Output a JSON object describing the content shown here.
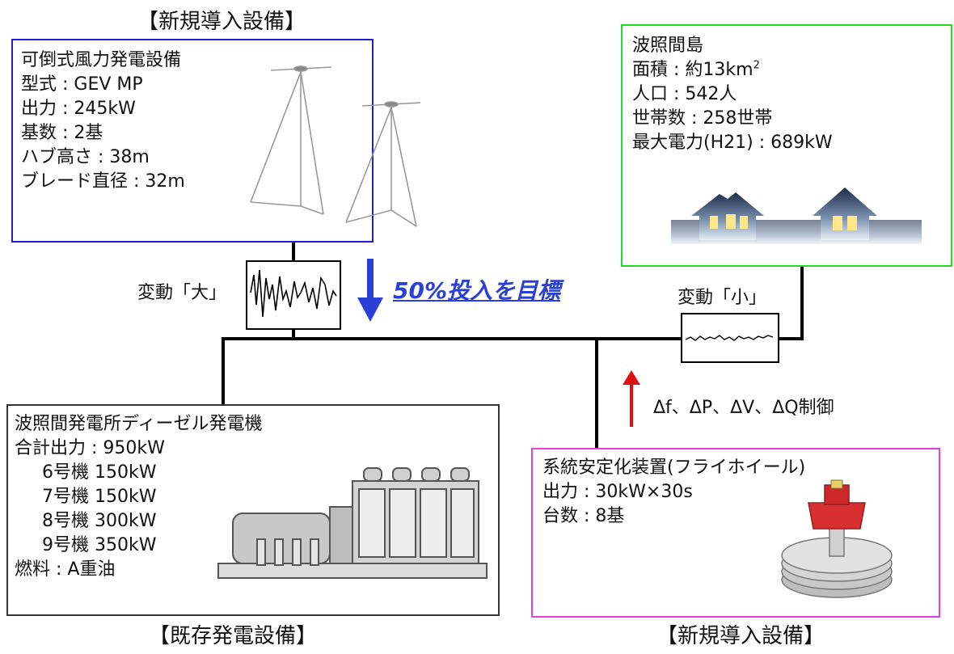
{
  "wind": {
    "caption": "【新規導入設備】",
    "title": "可倒式風力発電設備",
    "lines": [
      "型式 : GEV MP",
      "出力 : 245kW",
      "基数 : 2基",
      "ハブ高さ : 38m",
      "ブレード直径 : 32m"
    ],
    "border_color": "#1f1fd0"
  },
  "island": {
    "title": "波照間島",
    "area_prefix": "面積 : 約13km",
    "area_sup": "2",
    "lines": [
      "人口 : 542人",
      "世帯数 : 258世帯",
      "最大電力(H21) : 689kW"
    ],
    "border_color": "#22dd22"
  },
  "diesel": {
    "title": "波照間発電所ディーゼル発電機",
    "total": "合計出力 : 950kW",
    "units": [
      "6号機 150kW",
      "7号機 150kW",
      "8号機 300kW",
      "9号機 350kW"
    ],
    "fuel": "燃料 : A重油",
    "caption": "【既存発電設備】",
    "border_color": "#333333"
  },
  "flywheel": {
    "title": "系統安定化装置(フライホイール)",
    "lines": [
      "出力 : 30kW×30s",
      "台数 : 8基"
    ],
    "caption": "【新規導入設備】",
    "border_color": "#e040e0"
  },
  "labels": {
    "fluct_large": "変動「大」",
    "fluct_small": "変動「小」",
    "target": "50%投入を目標",
    "control": "Δf、ΔP、ΔV、ΔQ制御"
  },
  "colors": {
    "arrow_down": "#2a3fd6",
    "arrow_up": "#e01010",
    "target_text": "#2a3fd6"
  }
}
